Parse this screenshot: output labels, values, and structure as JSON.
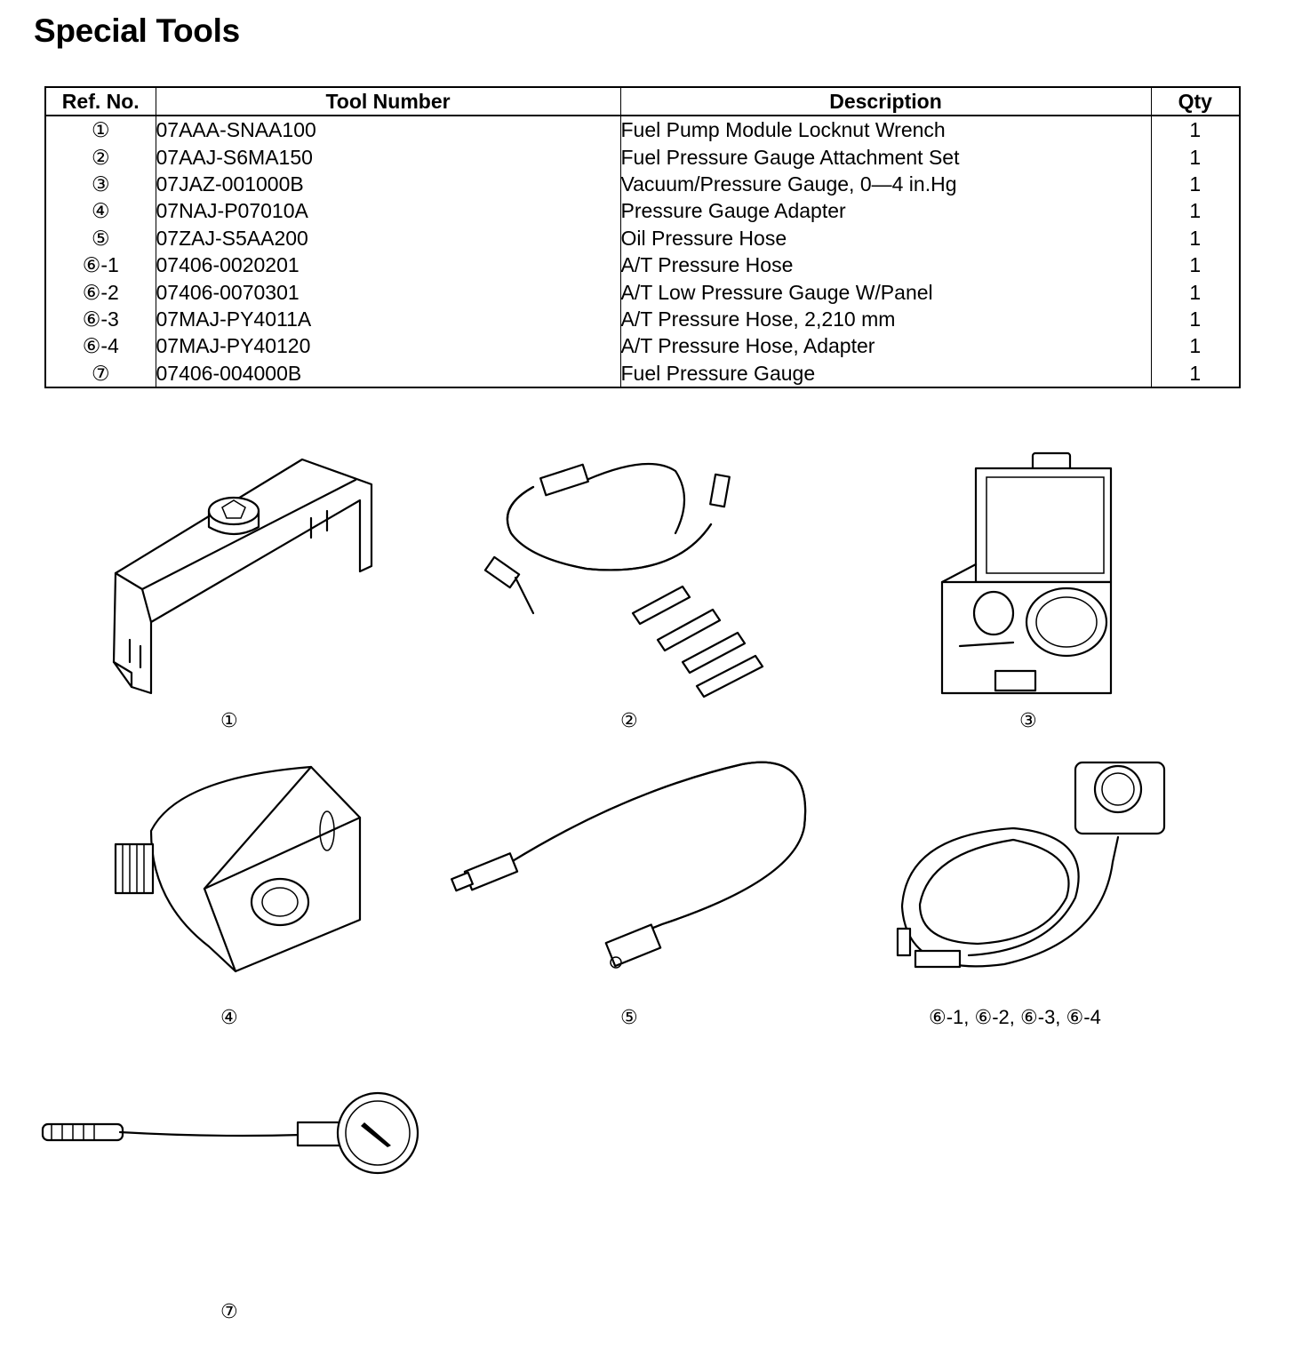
{
  "page": {
    "title": "Special Tools"
  },
  "table": {
    "headers": {
      "ref": "Ref. No.",
      "tool": "Tool Number",
      "desc": "Description",
      "qty": "Qty"
    },
    "rows": [
      {
        "ref": "①",
        "tool": "07AAA-SNAA100",
        "desc": "Fuel Pump Module Locknut Wrench",
        "qty": "1"
      },
      {
        "ref": "②",
        "tool": "07AAJ-S6MA150",
        "desc": "Fuel Pressure Gauge Attachment Set",
        "qty": "1"
      },
      {
        "ref": "③",
        "tool": "07JAZ-001000B",
        "desc": "Vacuum/Pressure Gauge, 0—4 in.Hg",
        "qty": "1"
      },
      {
        "ref": "④",
        "tool": "07NAJ-P07010A",
        "desc": "Pressure Gauge Adapter",
        "qty": "1"
      },
      {
        "ref": "⑤",
        "tool": "07ZAJ-S5AA200",
        "desc": "Oil Pressure Hose",
        "qty": "1"
      },
      {
        "ref": "⑥-1",
        "tool": "07406-0020201",
        "desc": "A/T Pressure Hose",
        "qty": "1"
      },
      {
        "ref": "⑥-2",
        "tool": "07406-0070301",
        "desc": "A/T Low Pressure Gauge W/Panel",
        "qty": "1"
      },
      {
        "ref": "⑥-3",
        "tool": "07MAJ-PY4011A",
        "desc": "A/T Pressure Hose, 2,210 mm",
        "qty": "1"
      },
      {
        "ref": "⑥-4",
        "tool": "07MAJ-PY40120",
        "desc": "A/T Pressure Hose, Adapter",
        "qty": "1"
      },
      {
        "ref": "⑦",
        "tool": "07406-004000B",
        "desc": "Fuel Pressure Gauge",
        "qty": "1"
      }
    ]
  },
  "figures": {
    "f1": "①",
    "f2": "②",
    "f3": "③",
    "f4": "④",
    "f5": "⑤",
    "f6": "⑥-1, ⑥-2, ⑥-3, ⑥-4",
    "f7": "⑦"
  }
}
